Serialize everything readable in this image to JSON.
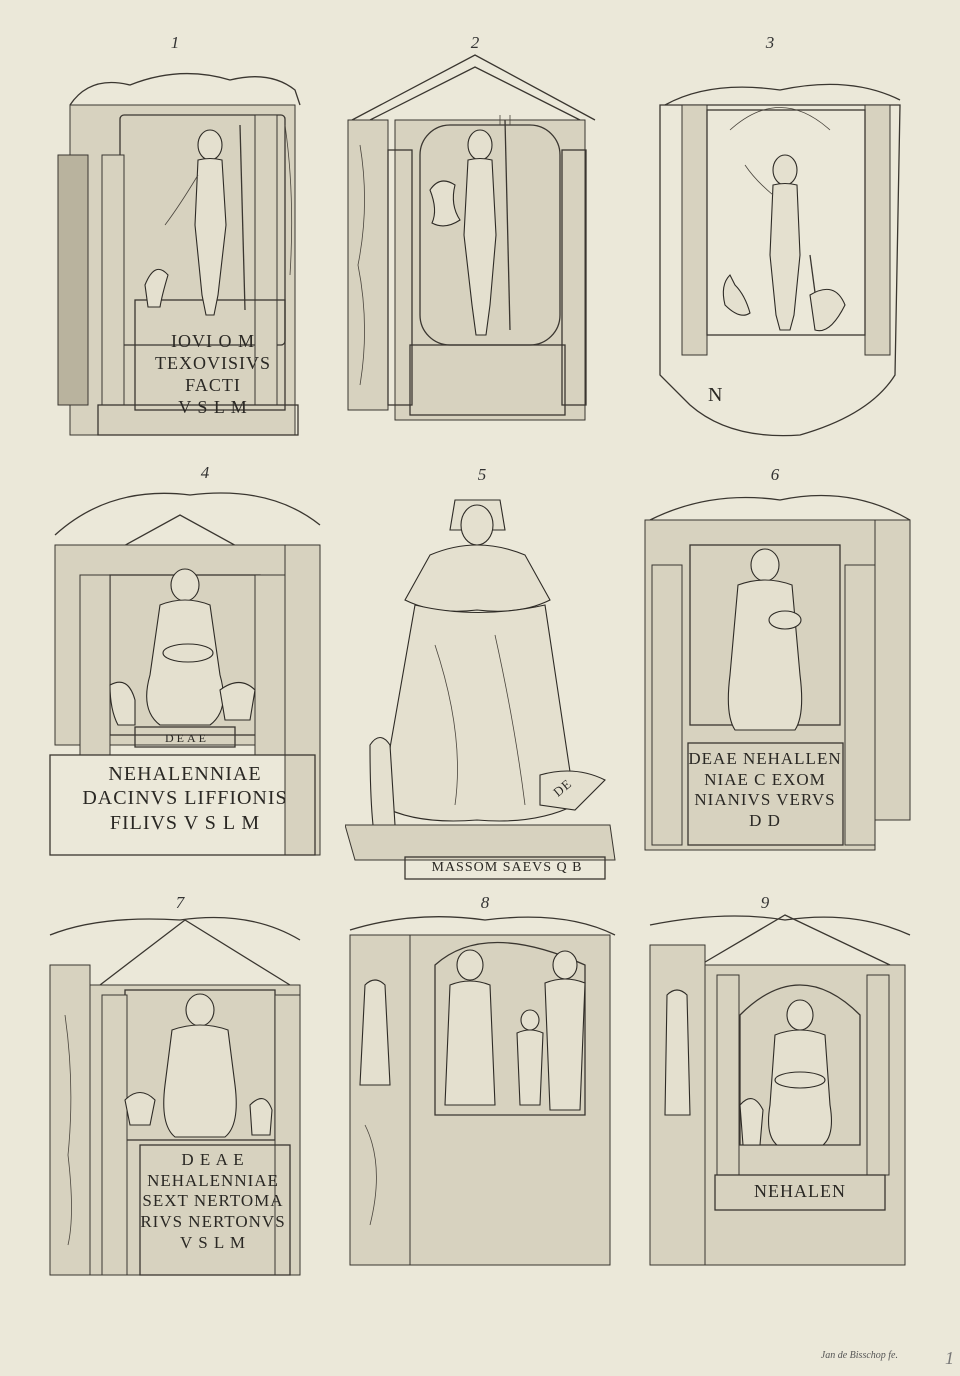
{
  "plate": {
    "numbers": [
      "1",
      "2",
      "3",
      "4",
      "5",
      "6",
      "7",
      "8",
      "9"
    ],
    "altar1": {
      "inscription": [
        "IOVI O M",
        "TEXOVISIVS",
        "FACTI",
        "V S L M"
      ]
    },
    "altar3": {
      "inscription": [
        "N"
      ]
    },
    "altar4": {
      "label": "DEAE",
      "inscription": [
        "NEHALENNIAE",
        "DACINVS LIFFIONIS",
        "FILIVS V S L M"
      ]
    },
    "statue5": {
      "base_inscription": "MASSOM SAEVS Q B",
      "scroll": "DE"
    },
    "altar6": {
      "inscription": [
        "DEAE NEHALLEN",
        "NIAE C EXOM",
        "NIANIVS VERVS",
        "D D"
      ]
    },
    "altar7": {
      "inscription": [
        "D E A E",
        "NEHALENNIAE",
        "SEXT NERTOMA",
        "RIVS NERTONVS",
        "V S L M"
      ]
    },
    "altar9": {
      "inscription": [
        "NEHALEN"
      ]
    },
    "signature": "Jan de Bisschop fe.",
    "corner_mark": "1"
  },
  "colors": {
    "paper": "#ebe8d9",
    "ink": "#2a2824",
    "shade": "#d7d2bf"
  }
}
